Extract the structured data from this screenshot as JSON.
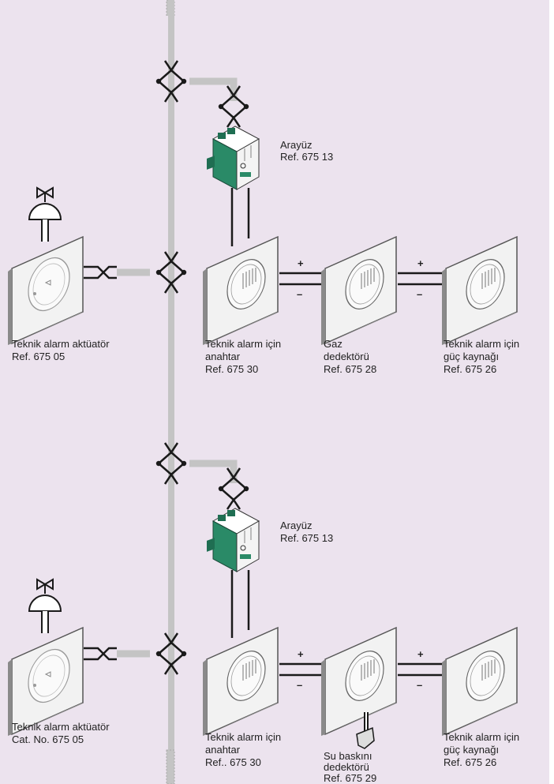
{
  "colors": {
    "background": "#ece3ee",
    "bus": "#c4c4c4",
    "wire": "#1a1a1a",
    "module_green": "#1f7a5c",
    "plate_fill": "#f2f2f2",
    "plate_edge": "#555555"
  },
  "top_section": {
    "interface": {
      "line1": "Arayüz",
      "line2": "Ref. 675 13"
    },
    "actuator": {
      "line1": "Teknik alarm aktüatör",
      "line2": "Ref. 675 05"
    },
    "switch": {
      "line1": "Teknik alarm için",
      "line2": "anahtar",
      "line3": "Ref. 675 30"
    },
    "gas_detector": {
      "line1": "Gaz",
      "line2": "dedektörü",
      "line3": "Ref. 675 28"
    },
    "power_supply": {
      "line1": "Teknik alarm için",
      "line2": "güç kaynağı",
      "line3": "Ref. 675 26"
    },
    "plus_1": "+",
    "minus_1": "–",
    "plus_2": "+",
    "minus_2": "–"
  },
  "bottom_section": {
    "interface": {
      "line1": "Arayüz",
      "line2": "Ref. 675 13"
    },
    "actuator": {
      "line1": "Teknik alarm aktüatör",
      "line2": "Cat. No. 675 05"
    },
    "switch": {
      "line1": "Teknik alarm için",
      "line2": "anahtar",
      "line3": "Ref.. 675 30"
    },
    "flood_detector": {
      "line1": "Su baskını",
      "line2": "dedektörü",
      "line3": "Ref. 675 29"
    },
    "power_supply": {
      "line1": "Teknik alarm için",
      "line2": "güç kaynağı",
      "line3": "Ref. 675 26"
    },
    "plus_1": "+",
    "minus_1": "–",
    "plus_2": "+",
    "minus_2": "–"
  }
}
